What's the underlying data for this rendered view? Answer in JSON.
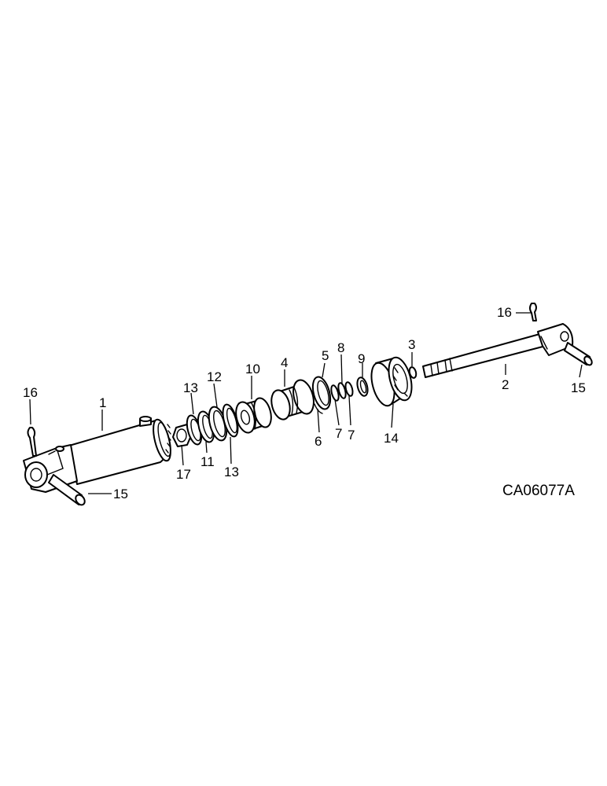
{
  "labels": {
    "l1": "1",
    "l2": "2",
    "l3": "3",
    "l4": "4",
    "l5": "5",
    "l6": "6",
    "l7a": "7",
    "l7b": "7",
    "l8": "8",
    "l9": "9",
    "l10": "10",
    "l11": "11",
    "l12": "12",
    "l13a": "13",
    "l13b": "13",
    "l14": "14",
    "l15a": "15",
    "l15b": "15",
    "l16a": "16",
    "l16b": "16",
    "l17": "17"
  },
  "figure_code": "CA06077A"
}
